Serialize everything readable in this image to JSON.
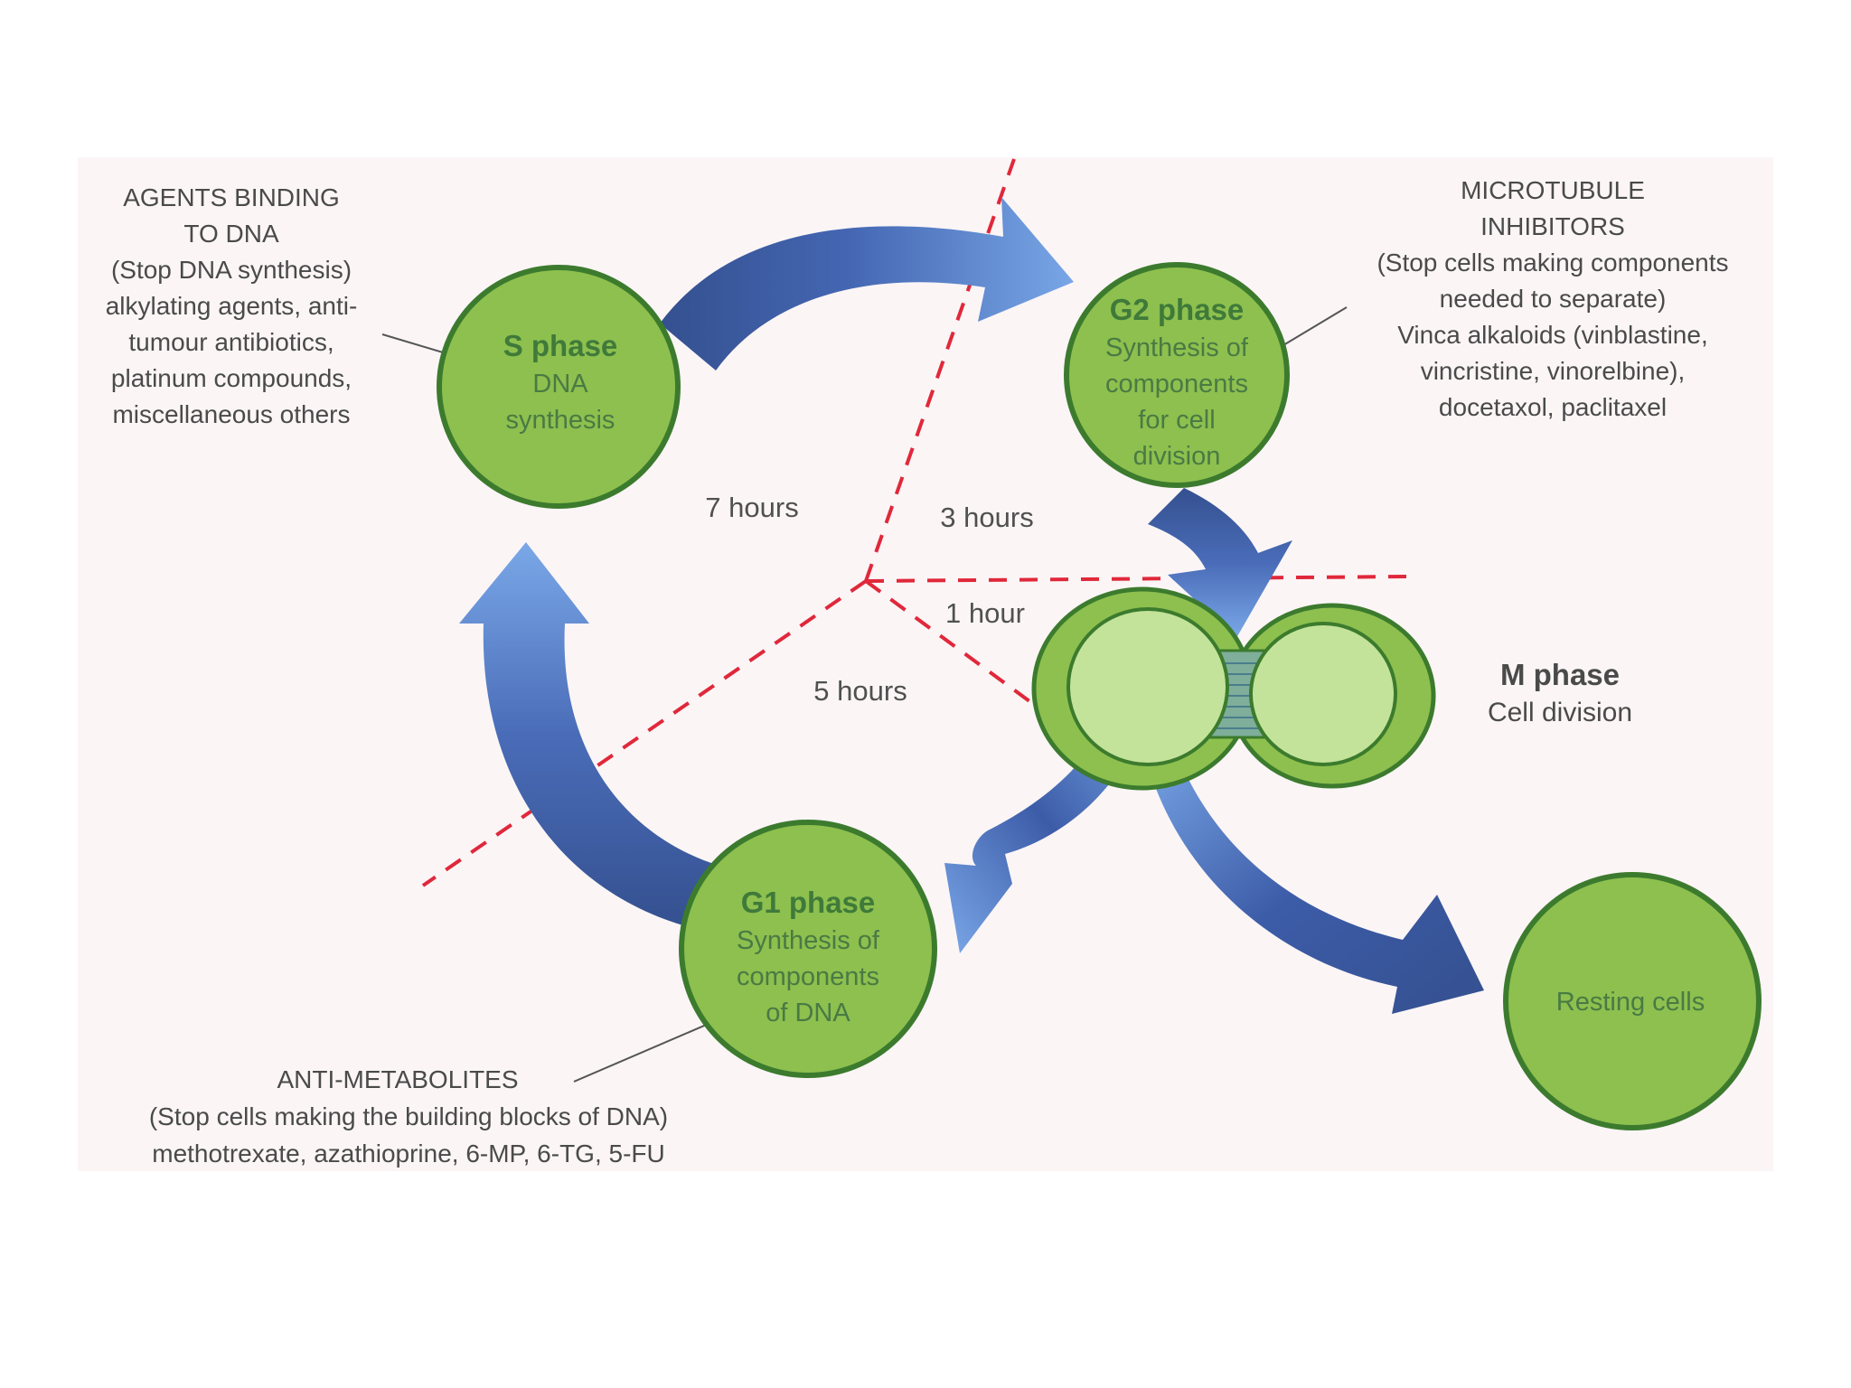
{
  "colors": {
    "panel_bg": "#fbf5f6",
    "cell_fill": "#8dc04e",
    "cell_stroke": "#3c7b2e",
    "cell_light": "#c4e39a",
    "arrow_dark": "#3f5ea8",
    "arrow_light": "#6e9ee0",
    "phase_divider": "#e0283a",
    "pointer_line": "#555555"
  },
  "phases": {
    "s": {
      "title": "S phase",
      "lines": [
        "DNA",
        "synthesis"
      ]
    },
    "g2": {
      "title": "G2 phase",
      "lines": [
        "Synthesis of",
        "components",
        "for cell",
        "division"
      ]
    },
    "g1": {
      "title": "G1 phase",
      "lines": [
        "Synthesis of",
        "components",
        "of DNA"
      ]
    },
    "m": {
      "title": "M phase",
      "lines": [
        "Cell division"
      ]
    },
    "resting": {
      "lines": [
        "Resting cells"
      ]
    }
  },
  "timings": {
    "s_duration": "7 hours",
    "g2_duration": "3 hours",
    "m_duration": "1 hour",
    "g1_duration": "5 hours"
  },
  "drug_annotations": {
    "dna_binding": {
      "lines": [
        "AGENTS BINDING",
        "TO DNA",
        "(Stop DNA synthesis)",
        "alkylating agents, anti-",
        "tumour antibiotics,",
        "platinum compounds,",
        "miscellaneous others"
      ]
    },
    "microtubule": {
      "lines": [
        "MICROTUBULE",
        "INHIBITORS",
        "(Stop cells making components",
        "needed to separate)",
        "Vinca alkaloids (vinblastine,",
        "vincristine, vinorelbine),",
        "docetaxol, paclitaxel"
      ]
    },
    "antimetabolites": {
      "lines": [
        "ANTI-METABOLITES",
        "(Stop cells making the building blocks of DNA)",
        "methotrexate, azathioprine, 6-MP, 6-TG, 5-FU"
      ]
    }
  }
}
